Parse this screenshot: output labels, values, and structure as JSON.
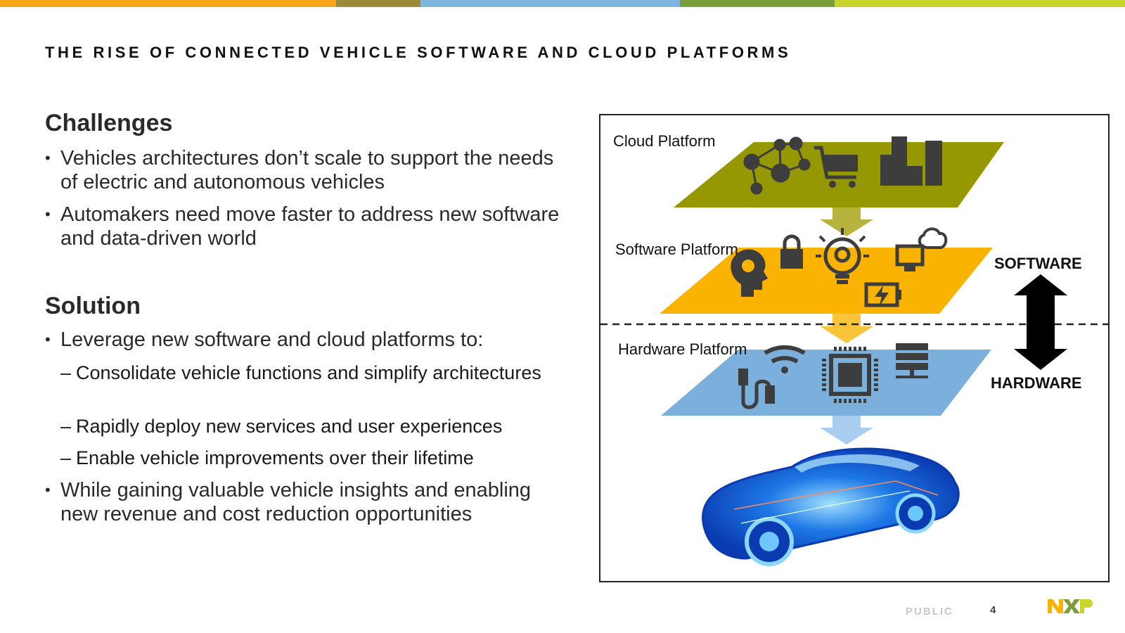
{
  "colors": {
    "topbar": [
      "#f8a51c",
      "#9c8a3a",
      "#7fb5df",
      "#7a9e3c",
      "#c9d52b"
    ],
    "cloud_layer": "#959800",
    "software_layer": "#f9b300",
    "hardware_layer": "#7bb0dc",
    "icon": "#3d3d3d"
  },
  "header": {
    "title": "THE RISE OF CONNECTED VEHICLE SOFTWARE AND CLOUD PLATFORMS"
  },
  "challenges": {
    "heading": "Challenges",
    "bullets": [
      "Vehicles architectures don’t scale to support the needs of electric and autonomous vehicles",
      "Automakers need move faster to address new software and data-driven world"
    ]
  },
  "solution": {
    "heading": "Solution",
    "bullet1": "Leverage new software and cloud platforms to:",
    "subs": [
      "Consolidate vehicle functions and simplify architectures",
      "Rapidly deploy new services and user experiences",
      "Enable vehicle improvements over their lifetime"
    ],
    "bullet2": "While gaining valuable vehicle insights and enabling new revenue and cost reduction opportunities"
  },
  "diagram": {
    "cloud_label": "Cloud Platform",
    "software_label": "Software Platform",
    "hardware_label": "Hardware Platform",
    "software_tag": "SOFTWARE",
    "hardware_tag": "HARDWARE",
    "icons": {
      "cloud": [
        "network-people-icon",
        "shopping-cart-icon",
        "city-buildings-icon"
      ],
      "software": [
        "brain-head-icon",
        "padlock-icon",
        "lightbulb-gear-icon",
        "computer-cloud-sync-icon",
        "battery-charging-icon"
      ],
      "hardware": [
        "usb-cable-icon",
        "wifi-icon",
        "chip-icon",
        "server-icon"
      ]
    }
  },
  "footer": {
    "classification": "PUBLIC",
    "page": "4",
    "logo": "NXP"
  }
}
